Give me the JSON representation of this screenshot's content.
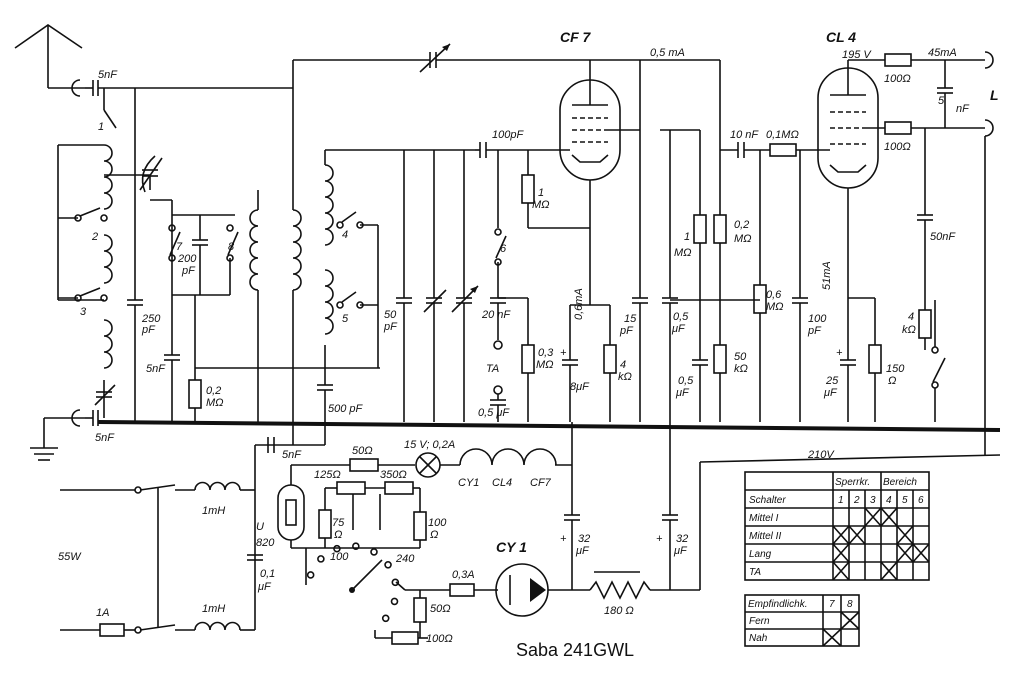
{
  "caption": "Saba 241GWL",
  "tubes": {
    "cf7": "CF 7",
    "cl4": "CL 4",
    "cy1": "CY 1"
  },
  "labels": {
    "c_ant_top": "5nF",
    "c_ant_bot": "5nF",
    "c_coupl": "5nF",
    "sw1": "1",
    "sw2": "2",
    "sw3": "3",
    "sw4": "4",
    "sw5": "5",
    "sw6": "6",
    "sw7": "7",
    "sw8": "8",
    "c250": "250",
    "c250u": "pF",
    "c5nf_mid": "5nF",
    "c200": "200",
    "c200u": "pF",
    "r02a": "0,2",
    "r02au": "MΩ",
    "c50pf": "50",
    "c50pfu": "pF",
    "c500pf": "500 pF",
    "c100pf_g": "100pF",
    "r1_top": "1",
    "r1_topu": "MΩ",
    "c20nf": "20 nF",
    "ta": "TA",
    "c05uf": "0,5 μF",
    "r03": "0,3",
    "r03u": "MΩ",
    "i06": "0,6mA",
    "c8uf": "8μF",
    "r4k_a": "4",
    "r4k_au": "kΩ",
    "c15pf": "15",
    "c15pfu": "pF",
    "i05": "0,5 mA",
    "r1_b": "1",
    "r1_bu": "MΩ",
    "c05_a": "0,5",
    "c05_au": "μF",
    "c05_b": "0,5",
    "c05_bu": "μF",
    "r02b": "0,2",
    "r02bu": "MΩ",
    "r50k": "50",
    "r50ku": "kΩ",
    "c10nf": "10 nF",
    "r01": "0,1MΩ",
    "r06": "0,6",
    "r06u": "MΩ",
    "c100pf_b": "100",
    "c100pf_bu": "pF",
    "v195": "195 V",
    "r100a": "100Ω",
    "r100b": "100Ω",
    "i45": "45mA",
    "c5nf_r": "5",
    "c5nf_ru": "nF",
    "l": "L",
    "i51": "51mA",
    "c50nf": "50nF",
    "r4k_b": "4",
    "r4k_bu": "kΩ",
    "c25": "25",
    "c25u": "μF",
    "r150": "150",
    "r150u": "Ω",
    "v210": "210V",
    "r50": "50Ω",
    "r125": "125Ω",
    "r350": "350Ω",
    "lamp": "15 V; 0,2A",
    "fil_cy1": "CY1",
    "fil_cl4": "CL4",
    "fil_cf7": "CF7",
    "r75": "75",
    "r75u": "Ω",
    "r100c": "100",
    "r100cu": "Ω",
    "t100": "100",
    "t240": "240",
    "u820": "U",
    "u820b": "820",
    "c01": "0,1",
    "c01u": "μF",
    "l1mh_a": "1mH",
    "l1mh_b": "1mH",
    "w55": "55W",
    "fuse": "1A",
    "fuse03": "0,3A",
    "r50d": "50Ω",
    "r100d": "100Ω",
    "c32a": "32",
    "c32au": "μF",
    "c32b": "32",
    "c32bu": "μF",
    "r180": "180 Ω",
    "plus": "+"
  },
  "switch_table": {
    "header": [
      "Schalter",
      "Sperrkr.",
      "Bereich"
    ],
    "cols": [
      "1",
      "2",
      "3",
      "4",
      "5",
      "6"
    ],
    "rows": [
      "Mittel I",
      "Mittel II",
      "Lang",
      "TA"
    ],
    "marks": [
      [
        0,
        0,
        1,
        1,
        0,
        0
      ],
      [
        1,
        1,
        0,
        0,
        1,
        0
      ],
      [
        1,
        0,
        0,
        0,
        1,
        1
      ],
      [
        1,
        0,
        0,
        1,
        0,
        0
      ]
    ]
  },
  "sens_table": {
    "header": [
      "Empfindlichk.",
      "7",
      "8"
    ],
    "rows": [
      "Fern",
      "Nah"
    ],
    "marks": [
      [
        0,
        1
      ],
      [
        1,
        0
      ]
    ]
  }
}
